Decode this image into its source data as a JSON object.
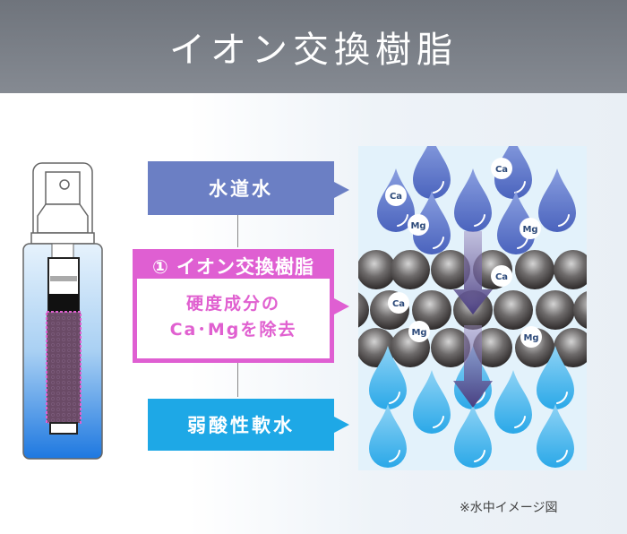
{
  "header": {
    "title": "イオン交換樹脂"
  },
  "flow": {
    "step1": "水道水",
    "step2_title": "① イオン交換樹脂",
    "step2_line1": "硬度成分の",
    "step2_line2": "Ca･Mgを除去",
    "step3": "弱酸性軟水"
  },
  "illustration": {
    "ions": [
      "Ca",
      "Ca",
      "Mg",
      "Mg",
      "Ca",
      "Ca",
      "Mg",
      "Mg"
    ]
  },
  "note": "※水中イメージ図",
  "colors": {
    "tap": "#6b7fc4",
    "resin": "#df5fd2",
    "soft": "#1ea8e6",
    "header": "#7b8088"
  }
}
